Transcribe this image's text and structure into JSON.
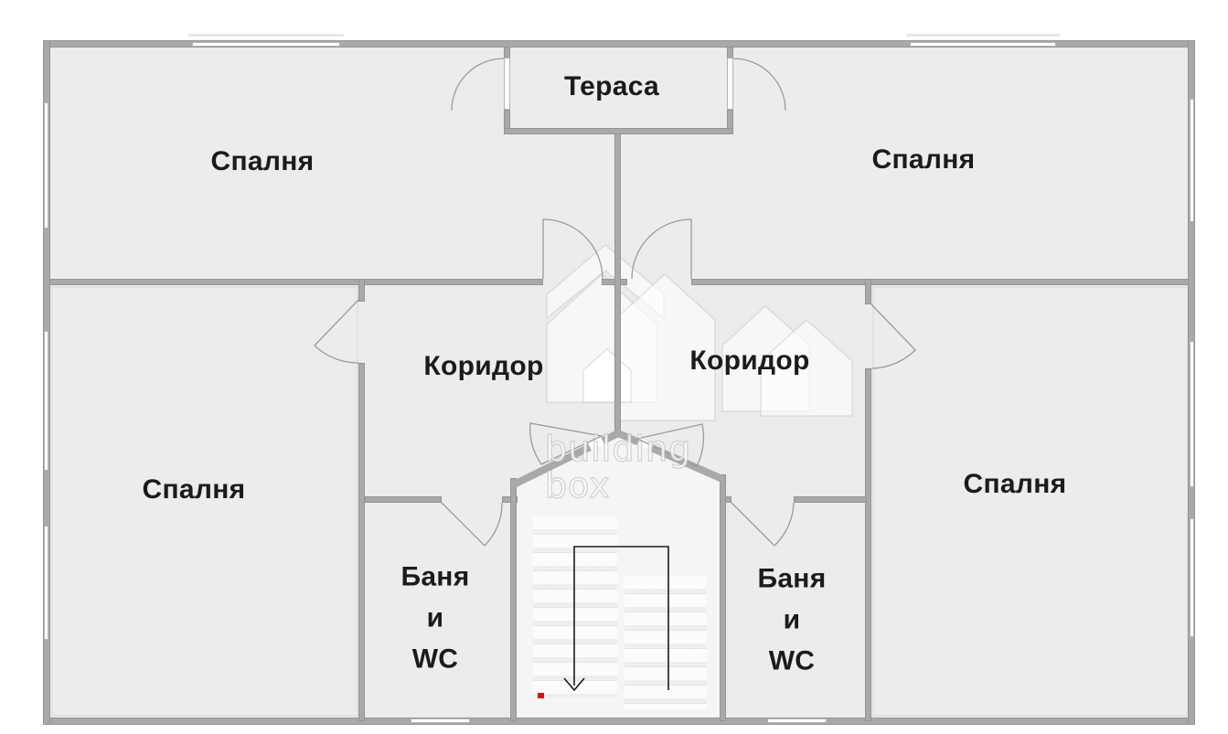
{
  "rooms": [
    {
      "name": "bedroom-top-left",
      "label": "Спалня"
    },
    {
      "name": "terrace",
      "label": "Тераса"
    },
    {
      "name": "bedroom-top-right",
      "label": "Спалня"
    },
    {
      "name": "corridor-left",
      "label": "Коридор"
    },
    {
      "name": "corridor-right",
      "label": "Коридор"
    },
    {
      "name": "bedroom-middle-left",
      "label": "Спалня"
    },
    {
      "name": "bedroom-middle-right",
      "label": "Спалня"
    },
    {
      "name": "bathroom-left",
      "lines": [
        "Баня",
        "и",
        "WC"
      ]
    },
    {
      "name": "bathroom-right",
      "lines": [
        "Баня",
        "и",
        "WC"
      ]
    }
  ],
  "stairwell": {
    "arrow_direction": "down"
  },
  "watermark": {
    "logo_line1": "building",
    "logo_line2": "box"
  },
  "colors": {
    "wall": "#a9a9a9",
    "wall_edge": "#959595",
    "room": "#ececec",
    "stair": "#f5f5f5",
    "window": "#ffffff",
    "red": "#d21414",
    "line": "#1b1b1b",
    "label": "#1b1b1b"
  }
}
